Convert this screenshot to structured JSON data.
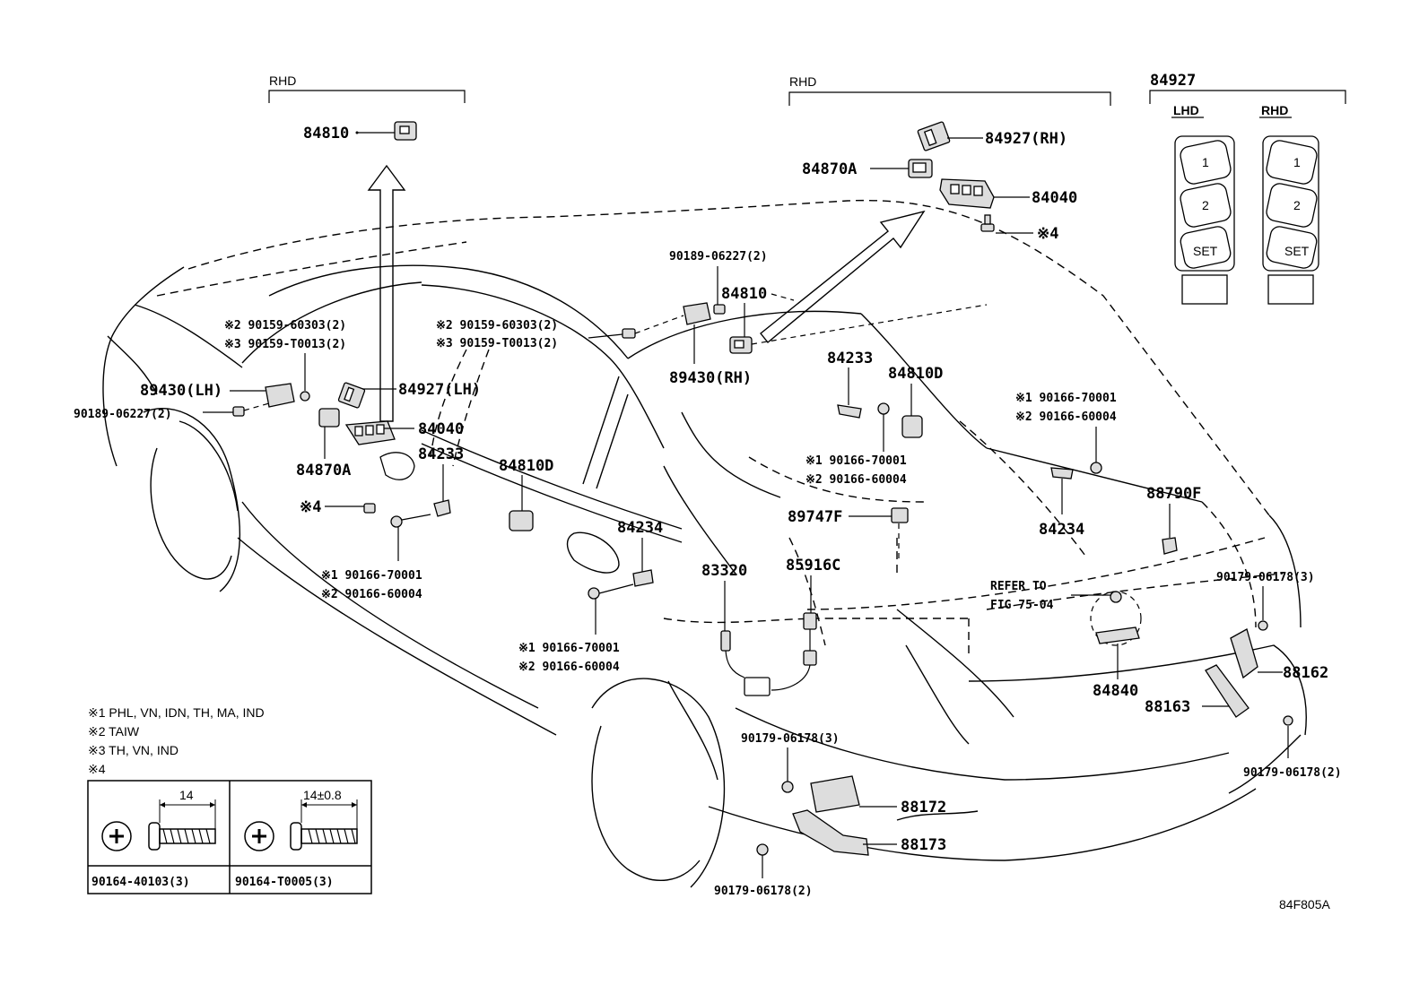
{
  "figure_id": "84F805A",
  "insets": {
    "rhd_left": "RHD",
    "rhd_right": "RHD",
    "switch_panel": {
      "part": "84927",
      "lhd": "LHD",
      "rhd": "RHD",
      "button1": "1",
      "button2": "2",
      "button_set": "SET"
    }
  },
  "callouts": {
    "c84810_top": "84810",
    "c84927_rh": "84927(RH)",
    "c84870a_top": "84870A",
    "c84040_top": "84040",
    "c4_top": "※4",
    "c90189_top": "90189-06227(2)",
    "c84810_mid": "84810",
    "c2_90159_right": "※2 90159-60303(2)",
    "c3_90159_right": "※3 90159-T0013(2)",
    "c89430_rh": "89430(RH)",
    "c84233_mid": "84233",
    "c84810d_right": "84810D",
    "c1_90166_right": "※1 90166-70001",
    "c2_90166_right": "※2 90166-60004",
    "c1_90166_mid": "※1 90166-70001",
    "c2_90166_mid": "※2 90166-60004",
    "c89747f": "89747F",
    "c84234_right": "84234",
    "c88790f": "88790F",
    "c2_90159_left": "※2 90159-60303(2)",
    "c3_90159_left": "※3 90159-T0013(2)",
    "c89430_lh": "89430(LH)",
    "c90189_left": "90189-06227(2)",
    "c84927_lh": "84927(LH)",
    "c84040_left": "84040",
    "c84233_left": "84233",
    "c84870a_left": "84870A",
    "c84810d_left": "84810D",
    "c4_left": "※4",
    "c1_90166_left": "※1 90166-70001",
    "c2_90166_left": "※2 90166-60004",
    "c84234_mid": "84234",
    "c83320": "83320",
    "c85916c": "85916C",
    "c1_90166_low": "※1 90166-70001",
    "c2_90166_low": "※2 90166-60004",
    "refer_to": "REFER TO",
    "fig_ref": "FIG 75-04",
    "c90179_3_right": "90179-06178(3)",
    "c84840": "84840",
    "c88162": "88162",
    "c88163": "88163",
    "c90179_2_right": "90179-06178(2)",
    "c90179_3_low": "90179-06178(3)",
    "c88172": "88172",
    "c88173": "88173",
    "c90179_2_low": "90179-06178(2)"
  },
  "notes": {
    "n1": "※1 PHL, VN, IDN, TH, MA, IND",
    "n2": "※2 TAIW",
    "n3": "※3 TH, VN, IND",
    "n4": "※4"
  },
  "screw_table": {
    "left_dim": "14",
    "right_dim": "14±0.8",
    "left_part": "90164-40103(3)",
    "right_part": "90164-T0005(3)"
  }
}
